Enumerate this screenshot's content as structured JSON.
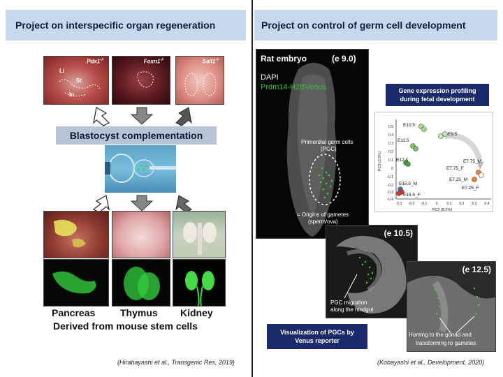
{
  "left": {
    "header": "Project on interspecific organ regeneration",
    "top_photo_labels": {
      "pdx1": "Pdx1",
      "pdx1_sup": "-/-",
      "foxn1": "Foxn1",
      "foxn1_sup": "-/-",
      "sall1": "Sall1",
      "sall1_sup": "-/-",
      "li": "Li",
      "st": "St",
      "in": "In"
    },
    "complementation_label": "Blastocyst complementation",
    "organs": [
      "Pancreas",
      "Thymus",
      "Kidney"
    ],
    "derived_label": "Derived from mouse stem cells",
    "reference": "(Hirabayashi et al., Transgenic Res, 2019)"
  },
  "right": {
    "header": "Project on control of germ cell development",
    "embryo": {
      "title": "Rat embryo",
      "stage": "(e 9.0)",
      "stain1": "DAPI",
      "stain2": "Prdm14-H2BVenus",
      "pgc_label_line1": "Primordial germ cells",
      "pgc_label_line2": "(PGC)",
      "origin_line1": "= Origins of gametes",
      "origin_line2": "(sperm/ova)"
    },
    "profiling_box": "Gene expression profiling during fetal development",
    "pca": {
      "xlabel": "PC2 (8.2%)",
      "ylabel": "PC3 (2.5%)",
      "x_ticks": [
        "-0.3",
        "-0.2",
        "-0.1",
        "0",
        "0.1",
        "0.2",
        "0.3",
        "0.4"
      ],
      "y_ticks": [
        "0.5",
        "0.4",
        "0.3",
        "0.2",
        "0.1",
        "0",
        "-0.1",
        "-0.2",
        "-0.3",
        "-0.4"
      ],
      "labels": [
        "E10.5",
        "E9.5",
        "E11.5",
        "E12.5",
        "E7.75_M",
        "E7.75_F",
        "E7.25_M",
        "E7.25_F",
        "E15.5_M",
        "E15.5_F"
      ],
      "colors": {
        "green_light": "#a9dc8a",
        "green": "#3fa444",
        "orange": "#e8873a",
        "blue": "#3b72c4",
        "red": "#d8352a"
      }
    },
    "e105": {
      "stage": "(e 10.5)",
      "caption_line1": "PGC migration",
      "caption_line2": "along the hindgut"
    },
    "e125": {
      "stage": "(e 12.5)",
      "caption_line1": "Homing to the gonad and",
      "caption_line2": "transforming to gametes"
    },
    "visualization_box": "Visualization of PGCs by Venus reporter",
    "reference": "(Kobayashi et al., Development, 2020)"
  }
}
